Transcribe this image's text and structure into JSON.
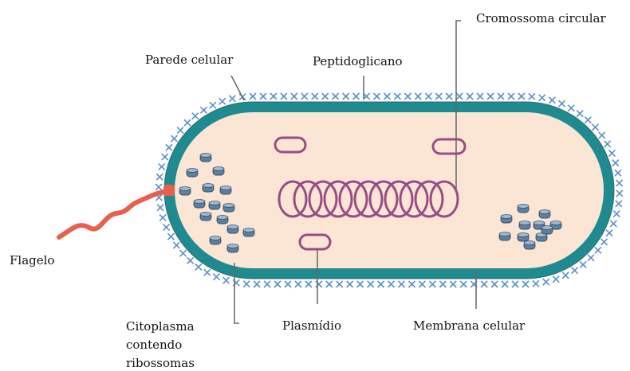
{
  "labels": {
    "cromossoma": "Cromossoma circular",
    "parede": "Parede celular",
    "peptidoglicano": "Peptidoglicano",
    "flagelo": "Flagelo",
    "citoplasma_1": "Citoplasma",
    "citoplasma_2": "contendo",
    "citoplasma_3": "ribossomas",
    "plasmidio": "Plasmídio",
    "membrana": "Membrana celular"
  },
  "colors": {
    "cell_wall": "#1f8a8f",
    "wall_crosses": "#5b8fc9",
    "cytoplasm": "#fbe6d6",
    "chromosome": "#9a4c86",
    "plasmid": "#9a4c86",
    "flagellum": "#e8604c",
    "ribosome": "#5e7f9e",
    "leader_line": "#666666"
  }
}
